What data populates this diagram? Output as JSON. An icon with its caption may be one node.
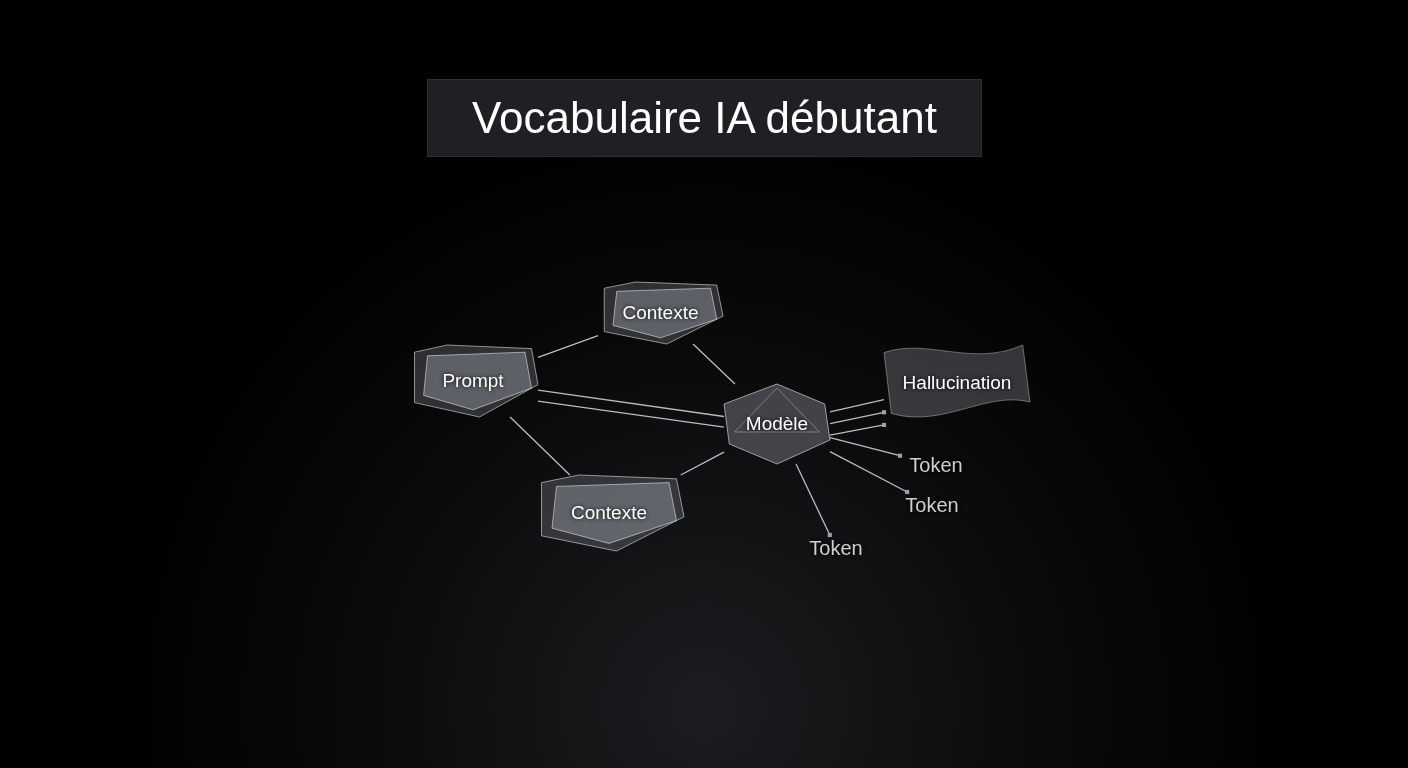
{
  "diagram": {
    "title": "Vocabulaire IA débutant",
    "nodes": [
      {
        "text": [
          "Contexte"
        ]
      },
      {
        "text": [
          "Prompt"
        ]
      },
      {
        "text": [
          "Modèle"
        ]
      },
      {
        "text": [
          "Hallucination"
        ]
      },
      {
        "text": [
          "Contexte"
        ]
      },
      {
        "text": [
          "Token"
        ]
      },
      {
        "text": [
          "Token"
        ]
      },
      {
        "text": [
          "Token"
        ]
      }
    ],
    "edges": [
      {
        "from": 1,
        "to": 0,
        "arrow": "none"
      },
      {
        "from": 1,
        "to": 2,
        "arrow": "none"
      },
      {
        "from": 1,
        "to": 2,
        "arrow": "none"
      },
      {
        "from": 1,
        "to": 4,
        "arrow": "none"
      },
      {
        "from": 0,
        "to": 2,
        "arrow": "none"
      },
      {
        "from": 4,
        "to": 2,
        "arrow": "none"
      },
      {
        "from": 2,
        "to": 3,
        "arrow": "none"
      },
      {
        "from": 2,
        "to": 3,
        "arrow": "other"
      },
      {
        "from": 2,
        "to": 3,
        "arrow": "other"
      },
      {
        "from": 2,
        "to": 5,
        "arrow": "other"
      },
      {
        "from": 2,
        "to": 6,
        "arrow": "other"
      },
      {
        "from": 2,
        "to": 7,
        "arrow": "other"
      }
    ]
  }
}
